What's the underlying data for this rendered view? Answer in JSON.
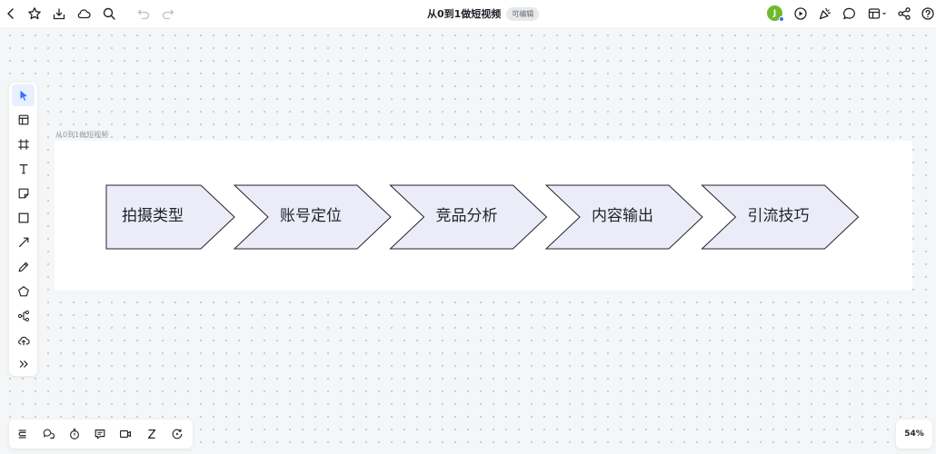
{
  "header": {
    "title": "从0到1做短视频",
    "edit_badge": "可编辑",
    "avatar_initial": "J",
    "left_icons": [
      "back-icon",
      "star-icon",
      "download-icon",
      "cloud-icon",
      "search-icon",
      "undo-icon",
      "redo-icon"
    ],
    "right_icons": [
      "presentation-icon",
      "party-icon",
      "comment-icon",
      "layout-icon",
      "share-icon",
      "help-icon"
    ]
  },
  "left_toolbar": {
    "items": [
      "select-tool",
      "template-tool",
      "frame-tool",
      "text-tool",
      "sticky-note-tool",
      "rectangle-tool",
      "connector-tool",
      "pen-tool",
      "shape-tool",
      "mindmap-tool",
      "upload-tool",
      "more-tools"
    ],
    "active": "select-tool"
  },
  "canvas": {
    "frame_label": "从0到1做短视频",
    "steps": [
      {
        "label": "拍摄类型"
      },
      {
        "label": "账号定位"
      },
      {
        "label": "竞品分析"
      },
      {
        "label": "内容输出"
      },
      {
        "label": "引流技巧"
      }
    ],
    "shape_fill": "#ececf9",
    "shape_stroke": "#1f2329"
  },
  "bottom_toolbar": {
    "items": [
      "outline-icon",
      "comments-icon",
      "timer-icon",
      "chat-icon",
      "video-icon",
      "sleep-icon",
      "history-icon"
    ]
  },
  "zoom": {
    "level": "54%"
  },
  "colors": {
    "accent": "#3370ff",
    "avatar": "#6fba2c",
    "canvas_bg": "#f5f6f7"
  }
}
